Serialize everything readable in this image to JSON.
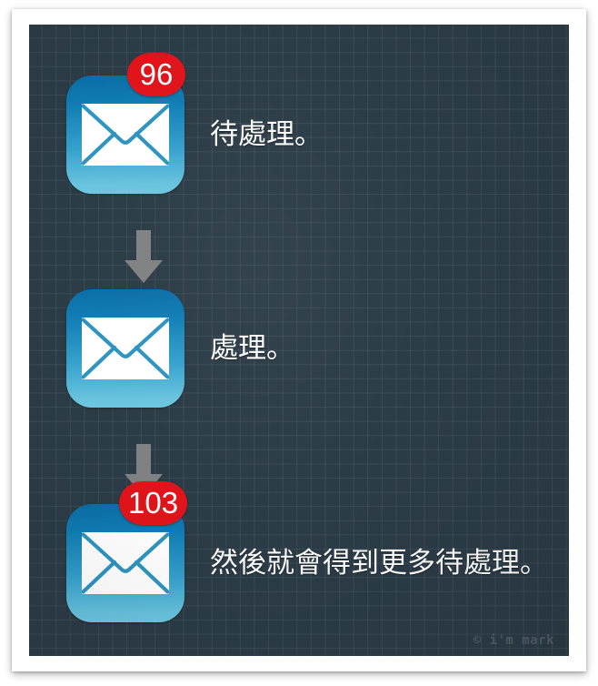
{
  "canvas": {
    "background_color": "#2c3c47",
    "grid_line_color": "rgba(255,255,255,0.07)",
    "frame_color": "#ffffff"
  },
  "theme": {
    "icon_gradient_top": "#0b6ea6",
    "icon_gradient_bottom": "#6ec7e0",
    "badge_color": "#e1141b",
    "badge_text_color": "#ffffff",
    "caption_color": "#fdfdfd",
    "arrow_color": "#7f8183"
  },
  "steps": [
    {
      "icon": "mail-app-icon",
      "badge": "96",
      "caption": "待處理。"
    },
    {
      "icon": "mail-app-icon",
      "badge": null,
      "caption": "處理。"
    },
    {
      "icon": "mail-app-icon",
      "badge": "103",
      "caption": "然後就會得到更多待處理。"
    }
  ],
  "connectors": [
    {
      "name": "down-arrow-icon"
    },
    {
      "name": "down-arrow-icon"
    }
  ],
  "watermark": {
    "text": "© i'm mark"
  }
}
